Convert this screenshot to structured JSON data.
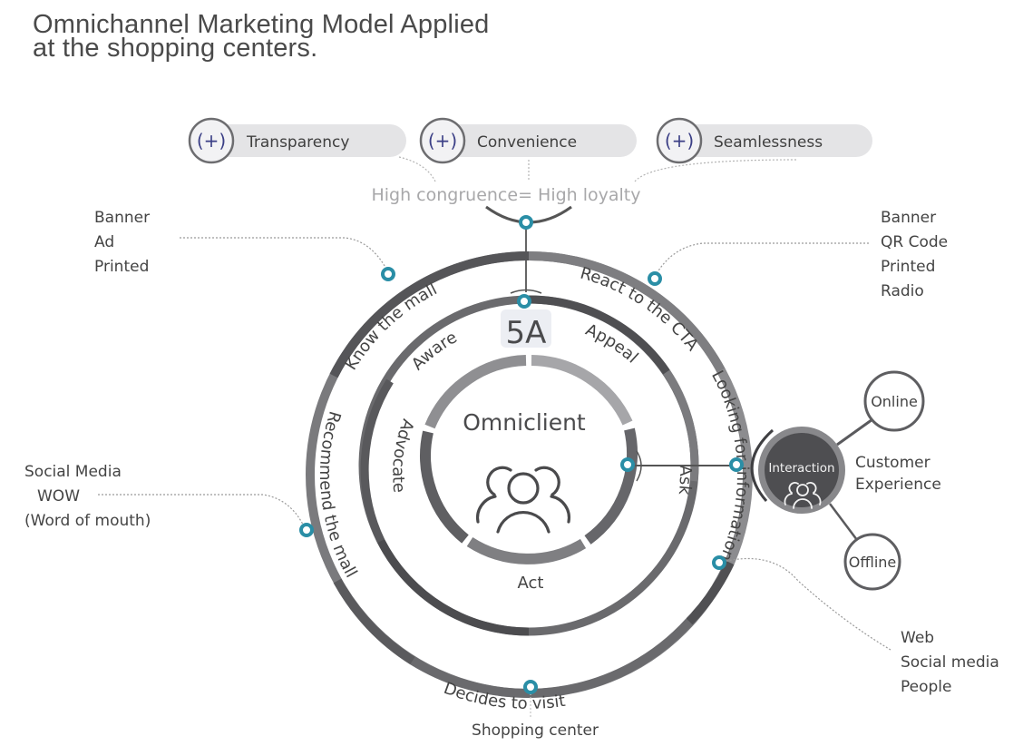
{
  "title": {
    "line1": "Omnichannel Marketing Model Applied",
    "line2": "at the shopping centers."
  },
  "pills": [
    {
      "icon": "plus-in-parentheses-icon",
      "symbol": "(+)",
      "label": "Transparency"
    },
    {
      "icon": "plus-in-parentheses-icon",
      "symbol": "(+)",
      "label": "Convenience"
    },
    {
      "icon": "plus-in-parentheses-icon",
      "symbol": "(+)",
      "label": "Seamlessness"
    }
  ],
  "congruence": "High congruence= High loyalty",
  "outer_ring": {
    "segments": [
      "Know the mall",
      "React to the CTA",
      "Looking for information",
      "Decides to visit",
      "Recommend the mall"
    ]
  },
  "middle_ring": {
    "badge": "5A",
    "segments": [
      "Aware",
      "Appeal",
      "Ask",
      "Act",
      "Advocate"
    ]
  },
  "center": {
    "label": "Omniclient",
    "icon": "people-group-icon"
  },
  "touchpoints": {
    "top_left": [
      "Banner",
      "Ad",
      "Printed"
    ],
    "top_right": [
      "Banner",
      "QR Code",
      "Printed",
      "Radio"
    ],
    "left": [
      "Social Media",
      "WOW",
      "(Word of mouth)"
    ],
    "bottom_right": [
      "Web",
      "Social media",
      "People"
    ],
    "bottom": "Shopping center"
  },
  "interaction": {
    "label": "Interaction",
    "icon": "people-group-icon",
    "caption": [
      "Customer",
      "Experience"
    ],
    "channels": [
      "Online",
      "Offline"
    ]
  },
  "colors": {
    "accent_node": "#2a8ea6",
    "ring_dark": "#555558",
    "ring_mid": "#7a7a7d",
    "ring_light": "#a3a3a6",
    "pill_bg": "#e4e4e6",
    "plus_color": "#3b3f86",
    "title_color": "#4a4a4a"
  }
}
